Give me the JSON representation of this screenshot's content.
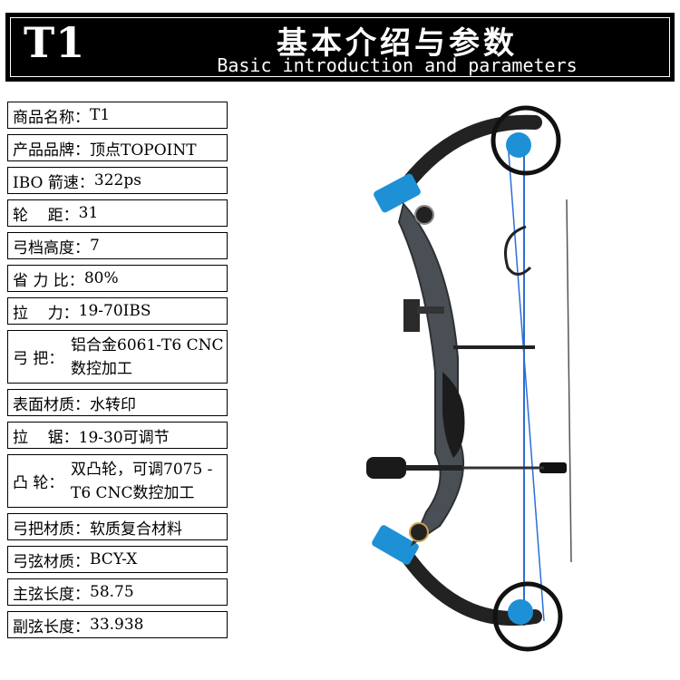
{
  "header": {
    "model": "T1",
    "title_cn": "基本介绍与参数",
    "title_en": "Basic introduction and parameters"
  },
  "specs": [
    {
      "label": "商品名称：",
      "value": "T1"
    },
    {
      "label": "产品品牌：",
      "value": "顶点TOPOINT"
    },
    {
      "label": "IBO 箭速：",
      "value": "322ps"
    },
    {
      "label": "轮    距：",
      "value": "31"
    },
    {
      "label": "弓档高度：",
      "value": "7"
    },
    {
      "label": "省 力 比：",
      "value": "80%"
    },
    {
      "label": "拉    力：",
      "value": "19-70IBS"
    },
    {
      "label": "弓 把：",
      "value": "铝合金6061-T6 CNC数控加工"
    },
    {
      "label": "表面材质：",
      "value": "水转印"
    },
    {
      "label": "拉    锯：",
      "value": "19-30可调节"
    },
    {
      "label": "凸 轮：",
      "value": "双凸轮，可调7075 -T6 CNC数控加工"
    },
    {
      "label": "弓把材质：",
      "value": "软质复合材料"
    },
    {
      "label": "弓弦材质：",
      "value": "BCY-X"
    },
    {
      "label": "主弦长度：",
      "value": "58.75"
    },
    {
      "label": "副弦长度：",
      "value": "33.938"
    }
  ],
  "colors": {
    "header_bg": "#000000",
    "header_text": "#ffffff",
    "accent_blue": "#1e90d6",
    "riser": "#4a4f55"
  },
  "product_image": "compound-bow-photo"
}
